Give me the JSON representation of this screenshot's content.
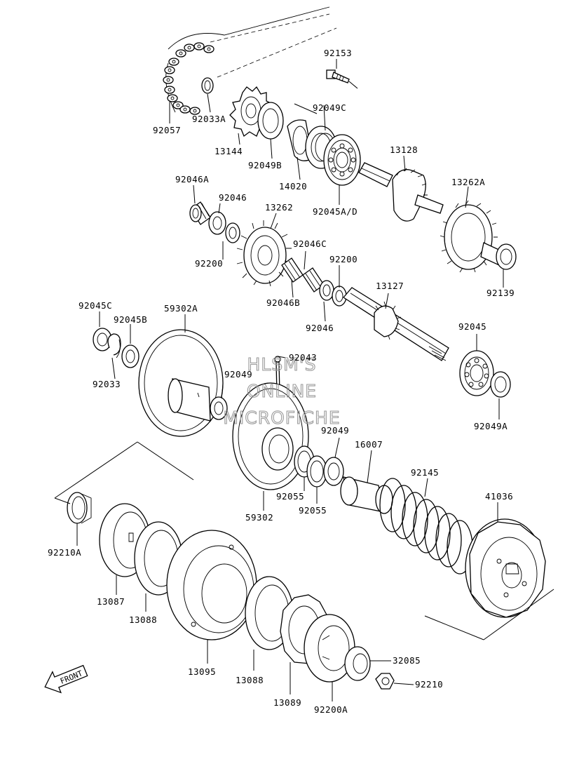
{
  "watermark": [
    "HLSM'S",
    "ONLINE",
    "MICROFICHE"
  ],
  "front_label": "FRONT",
  "part_labels": [
    {
      "id": "p92153",
      "text": "92153"
    },
    {
      "id": "p92049C",
      "text": "92049C"
    },
    {
      "id": "p92033A",
      "text": "92033A"
    },
    {
      "id": "p92057",
      "text": "92057"
    },
    {
      "id": "p13144",
      "text": "13144"
    },
    {
      "id": "p92049B",
      "text": "92049B"
    },
    {
      "id": "p14020",
      "text": "14020"
    },
    {
      "id": "p13128",
      "text": "13128"
    },
    {
      "id": "p92045AD",
      "text": "92045A/D"
    },
    {
      "id": "p92046A",
      "text": "92046A"
    },
    {
      "id": "p92046",
      "text": "92046"
    },
    {
      "id": "p13262",
      "text": "13262"
    },
    {
      "id": "p13262A",
      "text": "13262A"
    },
    {
      "id": "p92200",
      "text": "92200"
    },
    {
      "id": "p92046C",
      "text": "92046C"
    },
    {
      "id": "p92200b",
      "text": "92200"
    },
    {
      "id": "p13127",
      "text": "13127"
    },
    {
      "id": "p92139",
      "text": "92139"
    },
    {
      "id": "p92046B",
      "text": "92046B"
    },
    {
      "id": "p92046b",
      "text": "92046"
    },
    {
      "id": "p92045C",
      "text": "92045C"
    },
    {
      "id": "p92045B",
      "text": "92045B"
    },
    {
      "id": "p59302A",
      "text": "59302A"
    },
    {
      "id": "p92043",
      "text": "92043"
    },
    {
      "id": "p92045",
      "text": "92045"
    },
    {
      "id": "p92049",
      "text": "92049"
    },
    {
      "id": "p92033",
      "text": "92033"
    },
    {
      "id": "p92049A",
      "text": "92049A"
    },
    {
      "id": "p92049b",
      "text": "92049"
    },
    {
      "id": "p16007",
      "text": "16007"
    },
    {
      "id": "p92145",
      "text": "92145"
    },
    {
      "id": "p92055",
      "text": "92055"
    },
    {
      "id": "p92055b",
      "text": "92055"
    },
    {
      "id": "p59302",
      "text": "59302"
    },
    {
      "id": "p41036",
      "text": "41036"
    },
    {
      "id": "p92210A",
      "text": "92210A"
    },
    {
      "id": "p13087",
      "text": "13087"
    },
    {
      "id": "p13088",
      "text": "13088"
    },
    {
      "id": "p13095",
      "text": "13095"
    },
    {
      "id": "p13088b",
      "text": "13088"
    },
    {
      "id": "p13089",
      "text": "13089"
    },
    {
      "id": "p92200A",
      "text": "92200A"
    },
    {
      "id": "p32085",
      "text": "32085"
    },
    {
      "id": "p92210",
      "text": "92210"
    }
  ]
}
